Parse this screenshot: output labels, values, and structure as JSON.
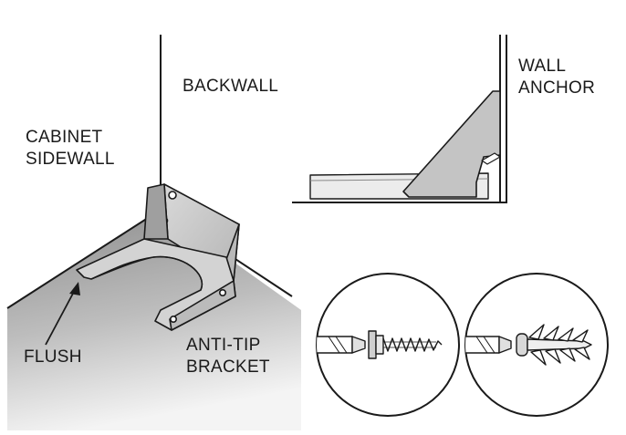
{
  "labels": {
    "backwall": "BACKWALL",
    "cabinet_sidewall_1": "CABINET",
    "cabinet_sidewall_2": "SIDEWALL",
    "wall_anchor_1": "WALL",
    "wall_anchor_2": "ANCHOR",
    "flush": "FLUSH",
    "anti_tip_1": "ANTI-TIP",
    "anti_tip_2": "BRACKET"
  },
  "colors": {
    "line": "#1a1a1a",
    "bracket_fill": "#c8c8c8",
    "bracket_dark": "#a8a8a8",
    "floor_dark": "#8f8f8f",
    "floor_light": "#f2f2f2"
  },
  "icons": {
    "screw_detail": "wood-screw-with-screwdriver-icon",
    "anchor_detail": "drywall-anchor-with-screwdriver-icon"
  }
}
